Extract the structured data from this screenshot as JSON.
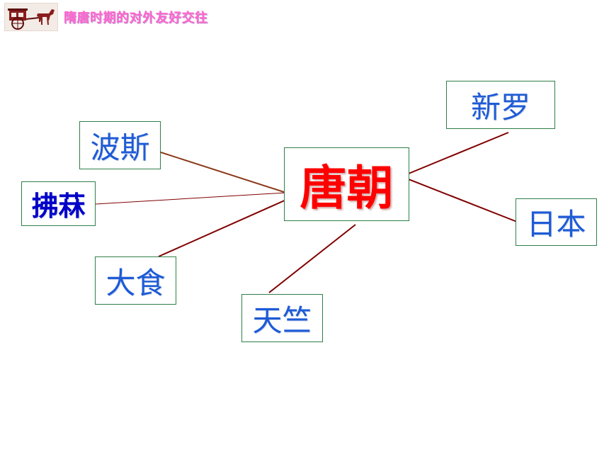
{
  "header": {
    "title": "隋唐时期的对外友好交往",
    "logo": "horse-carriage-icon"
  },
  "diagram": {
    "center": "唐朝",
    "nodes": [
      {
        "id": "silla",
        "label": "新罗"
      },
      {
        "id": "persia",
        "label": "波斯"
      },
      {
        "id": "fulin",
        "label": "拂菻"
      },
      {
        "id": "dashi",
        "label": "大食"
      },
      {
        "id": "tianzhu",
        "label": "天竺"
      },
      {
        "id": "japan",
        "label": "日本"
      }
    ]
  },
  "colors": {
    "title": "#ff66cc",
    "center_text": "#ff0000",
    "node_text": "#1e5bd6",
    "fulin_text": "#0000c8",
    "box_border": "#2f7f4a",
    "connector": "#800000"
  }
}
